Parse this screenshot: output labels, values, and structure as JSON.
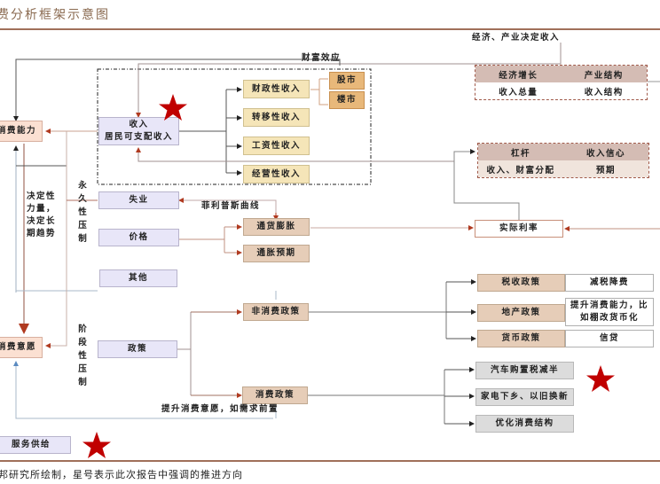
{
  "title": "费分析框架示意图",
  "footnote": "邦研究所绘制，星号表示此次报告中强调的推进方向",
  "nodes": {
    "consumption_ability": "消费能力",
    "consumption_willingness": "消费意愿",
    "income": {
      "line1": "收入",
      "line2": "居民可支配收入"
    },
    "fiscal_income": "财政性收入",
    "transfer_income": "转移性收入",
    "wage_income": "工资性收入",
    "business_income": "经营性收入",
    "stock_market": "股市",
    "property_market": "楼市",
    "unemployment": "失业",
    "price": "价格",
    "other": "其他",
    "inflation": "通货膨胀",
    "inflation_expectation": "通胀预期",
    "real_interest_rate": "实际利率",
    "policy": "政策",
    "non_consumption_policy": "非消费政策",
    "consumption_policy": "消费政策",
    "tax_policy": "税收政策",
    "real_estate_policy": "地产政策",
    "monetary_policy": "货币政策",
    "tax_cut": "减税降费",
    "shantytown": {
      "line1": "提升消费能力，比",
      "line2": "如棚改货币化"
    },
    "credit": "信贷",
    "car_tax": "汽车购置税减半",
    "appliances": "家电下乡、以旧换新",
    "optimize_structure": "优化消费结构",
    "service_supply": "服务供给"
  },
  "tables": {
    "economy": {
      "r1c1": "经济增长",
      "r1c2": "产业结构",
      "r2c1": "收入总量",
      "r2c2": "收入结构"
    },
    "leverage": {
      "r1c1": "杠杆",
      "r1c2": "收入信心",
      "r2c1": "收入、财富分配",
      "r2c2": "预期"
    }
  },
  "labels": {
    "economy_determines_income": "经济、产业决定收入",
    "wealth_effect": "财富效应",
    "phillips_curve": "菲利普斯曲线",
    "decisive_force": [
      "决定性",
      "力量，",
      "决定长",
      "期趋势"
    ],
    "permanent_suppression": [
      "永",
      "久",
      "性",
      "压",
      "制"
    ],
    "stage_suppression": [
      "阶",
      "段",
      "性",
      "压",
      "制"
    ],
    "boost_willingness": "提升消费意愿，如需求前置"
  },
  "colors": {
    "accent_rule": "#a0705a",
    "star": "#c00000",
    "arrow_red": "#b03a20"
  }
}
